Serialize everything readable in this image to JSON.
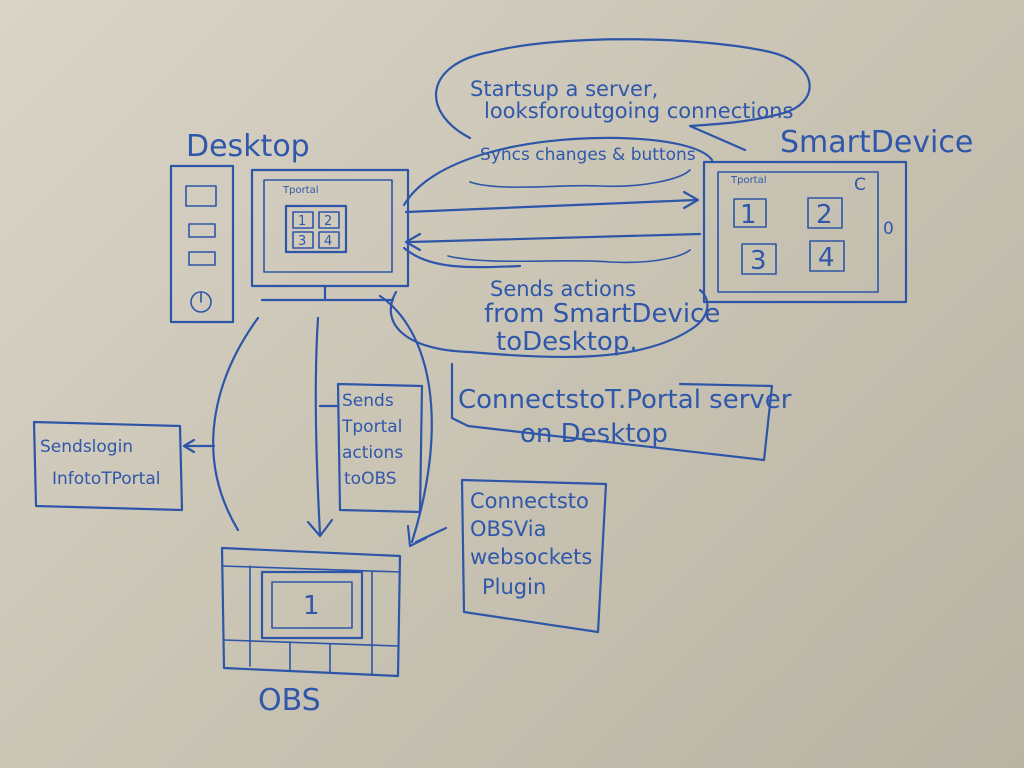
{
  "nodes": {
    "desktop": {
      "label": "Desktop",
      "screen_title": "Tportal",
      "tiles": [
        "1",
        "2",
        "3",
        "4"
      ]
    },
    "smart_device": {
      "label": "SmartDevice",
      "screen_title": "Tportal",
      "tiles": [
        "1",
        "2",
        "3",
        "4"
      ],
      "corner_mark": "C",
      "side_mark": "0"
    },
    "obs": {
      "label": "OBS",
      "scene": "1"
    }
  },
  "notes": {
    "starts_server": [
      "Startsup a server,",
      "looksforoutgoing connections"
    ],
    "syncs_changes": "Syncs changes & buttons",
    "sends_actions": [
      "Sends actions",
      "from SmartDevice",
      "toDesktop."
    ],
    "connects_tportal": [
      "ConnectstoT.Portal server",
      "on Desktop"
    ],
    "sends_login": [
      "Sendslogin",
      "InfotoTPortal"
    ],
    "sends_tportal_actions": [
      "Sends",
      "Tportal",
      "actions",
      "toOBS"
    ],
    "connects_obs": [
      "Connectsto",
      "OBSVia",
      "websockets",
      "Plugin"
    ]
  }
}
